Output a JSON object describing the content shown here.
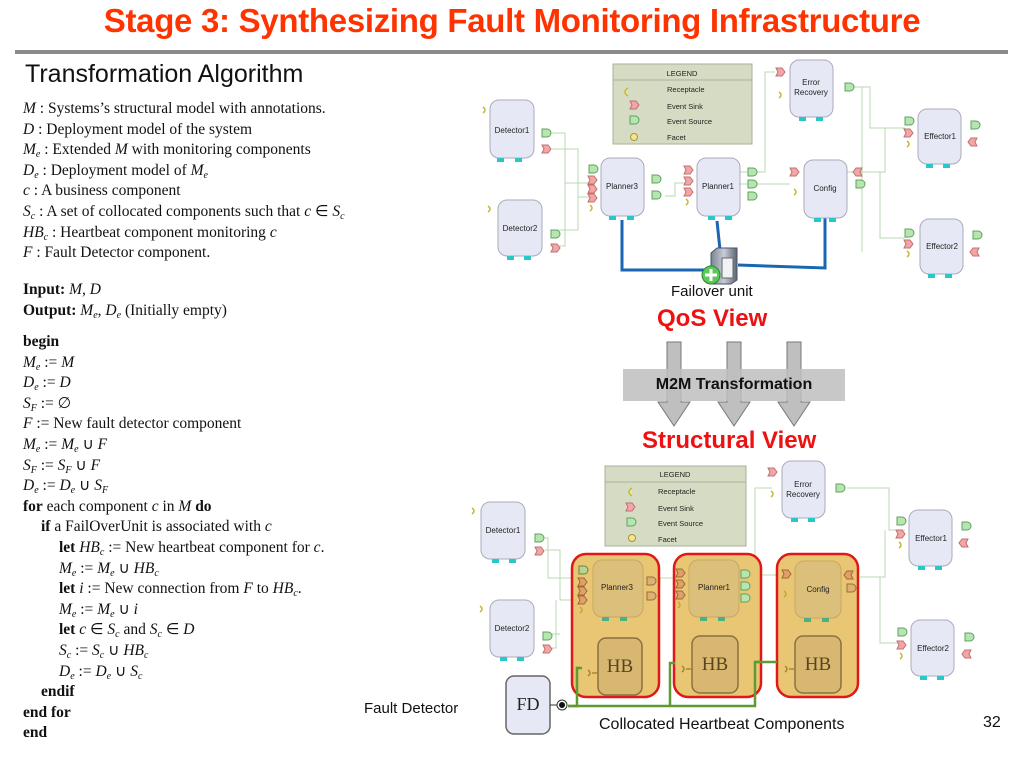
{
  "slide": {
    "title": "Stage 3: Synthesizing Fault Monitoring Infrastructure",
    "subtitle": "Transformation Algorithm",
    "page_number": "32"
  },
  "definitions": [
    {
      "sym": "M",
      "sub": "",
      "text": " : Systems’s structural model with annotations."
    },
    {
      "sym": "D",
      "sub": "",
      "text": " : Deployment model of the system"
    },
    {
      "sym": "M",
      "sub": "e",
      "text": " : Extended M with monitoring components"
    },
    {
      "sym": "D",
      "sub": "e",
      "text": " : Deployment model of Mₑ"
    },
    {
      "sym": "c",
      "sub": "",
      "text": " : A business component"
    },
    {
      "sym": "S",
      "sub": "c",
      "text": " : A set of collocated components such that c ∈ S꜀"
    },
    {
      "sym": "HB",
      "sub": "c",
      "text": " : Heartbeat component monitoring c"
    },
    {
      "sym": "F",
      "sub": "",
      "text": " : Fault Detector component."
    }
  ],
  "io": {
    "input_kw": "Input:",
    "input_val": " M, D",
    "output_kw": "Output:",
    "output_val": " Mₑ, Dₑ (Initially empty)"
  },
  "algorithm": [
    {
      "indent": 0,
      "kw": "begin",
      "text": ""
    },
    {
      "indent": 0,
      "kw": "",
      "text": "Mₑ := M"
    },
    {
      "indent": 0,
      "kw": "",
      "text": "Dₑ := D"
    },
    {
      "indent": 0,
      "kw": "",
      "text": "S_F := ∅"
    },
    {
      "indent": 0,
      "kw": "",
      "text": "F := New fault detector component"
    },
    {
      "indent": 0,
      "kw": "",
      "text": "Mₑ := Mₑ ∪ F"
    },
    {
      "indent": 0,
      "kw": "",
      "text": "S_F := S_F ∪ F"
    },
    {
      "indent": 0,
      "kw": "",
      "text": "Dₑ := Dₑ ∪ S_F"
    },
    {
      "indent": 0,
      "kw": "for",
      "text": " each component c in M ",
      "kw2": "do"
    },
    {
      "indent": 1,
      "kw": "if",
      "text": " a FailOverUnit is associated with c"
    },
    {
      "indent": 2,
      "kw": "let",
      "text": " HB꜀ := New heartbeat component for c."
    },
    {
      "indent": 2,
      "kw": "",
      "text": "Mₑ := Mₑ ∪ HB꜀"
    },
    {
      "indent": 2,
      "kw": "let",
      "text": " i := New connection from F to HB꜀."
    },
    {
      "indent": 2,
      "kw": "",
      "text": "Mₑ := Mₑ ∪ i"
    },
    {
      "indent": 2,
      "kw": "let",
      "text": " c ∈ S꜀ and S꜀ ∈ D"
    },
    {
      "indent": 2,
      "kw": "",
      "text": "S꜀ := S꜀ ∪ HB꜀"
    },
    {
      "indent": 2,
      "kw": "",
      "text": "Dₑ := Dₑ ∪ S꜀"
    },
    {
      "indent": 1,
      "kw": "endif",
      "text": ""
    },
    {
      "indent": 0,
      "kw": "end for",
      "text": ""
    },
    {
      "indent": 0,
      "kw": "end",
      "text": ""
    }
  ],
  "qos_view": {
    "heading": "QoS View",
    "failover_label": "Failover unit",
    "legend": {
      "title": "LEGEND",
      "items": [
        "Receptacle",
        "Event Sink",
        "Event Source",
        "Facet"
      ]
    },
    "components": {
      "detector1": "Detector1",
      "detector2": "Detector2",
      "planner3": "Planner3",
      "planner1": "Planner1",
      "config": "Config",
      "error_recovery_1": "Error",
      "error_recovery_2": "Recovery",
      "effector1": "Effector1",
      "effector2": "Effector2"
    }
  },
  "transformation": {
    "label": "M2M Transformation"
  },
  "structural_view": {
    "heading": "Structural View",
    "legend": {
      "title": "LEGEND",
      "items": [
        "Receptacle",
        "Event Sink",
        "Event Source",
        "Facet"
      ]
    },
    "components": {
      "detector1": "Detector1",
      "detector2": "Detector2",
      "planner3": "Planner3",
      "planner1": "Planner1",
      "config": "Config",
      "error_recovery_1": "Error",
      "error_recovery_2": "Recovery",
      "effector1": "Effector1",
      "effector2": "Effector2",
      "heartbeat": "HB",
      "fault_detector": "FD"
    },
    "fault_detector_label": "Fault Detector",
    "collocated_label": "Collocated Heartbeat Components"
  },
  "colors": {
    "title": "#ff3300",
    "heading_red": "#ee1111",
    "component_fill": "#e6e9f5",
    "legend_fill": "#d6dcc4",
    "event_sink": "#f2a6a6",
    "event_source": "#b5e6b0",
    "receptacle": "#f2e690",
    "port_cyan": "#28c8c8",
    "failover_link": "#1a66b3",
    "collocation_fill": "#e8c674",
    "collocation_border": "#e01818",
    "hb_link": "#5f9a32"
  }
}
